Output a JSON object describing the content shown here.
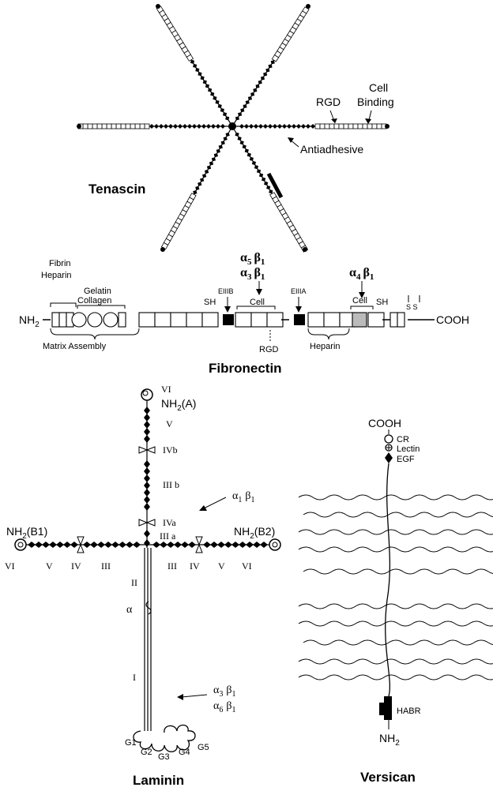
{
  "tenascin": {
    "title": "Tenascin",
    "rgd": "RGD",
    "cell_binding_1": "Cell",
    "cell_binding_2": "Binding",
    "antiadhesive": "Antiadhesive"
  },
  "fibronectin": {
    "title": "Fibronectin",
    "nh2": "NH",
    "cooh": "COOH",
    "fibrin": "Fibrin",
    "heparin_n": "Heparin",
    "gelatin": "Gelatin",
    "collagen": "Collagen",
    "matrix_assembly": "Matrix Assembly",
    "sh1": "SH",
    "eiiib": "EIIIB",
    "cell1": "Cell",
    "eiiia": "EIIIA",
    "rgd": "RGD",
    "heparin_c": "Heparin",
    "cell2": "Cell",
    "sh2": "SH",
    "ss": "S S",
    "integrin_a5": "α",
    "integrin_a5_sub": "5",
    "integrin_a3": "α",
    "integrin_a3_sub": "3",
    "integrin_a4": "α",
    "integrin_a4_sub": "4",
    "beta": "β",
    "beta_sub": "1"
  },
  "laminin": {
    "title": "Laminin",
    "vi_top": "VI",
    "nh2_a": "NH",
    "nh2_a_suffix": "(A)",
    "v_top": "V",
    "ivb": "IVb",
    "iiib": "III b",
    "iva": "IVa",
    "iiia": "III a",
    "nh2_b1": "NH",
    "nh2_b1_suffix": "(B1)",
    "nh2_b2": "NH",
    "nh2_b2_suffix": "(B2)",
    "left_labels": [
      "VI",
      "V",
      "IV",
      "III"
    ],
    "right_labels": [
      "III",
      "IV",
      "V",
      "VI"
    ],
    "ii": "II",
    "alpha": "α",
    "i": "I",
    "g_labels": [
      "G1",
      "G2",
      "G3",
      "G4",
      "G5"
    ],
    "integrin_a1": "α",
    "integrin_a1_sub": "1",
    "integrin_a3": "α",
    "integrin_a3_sub": "3",
    "integrin_a6": "α",
    "integrin_a6_sub": "6",
    "beta": "β",
    "beta_sub": "1"
  },
  "versican": {
    "title": "Versican",
    "cooh": "COOH",
    "cr": "CR",
    "lectin": "Lectin",
    "egf": "EGF",
    "habr": "HABR",
    "nh2": "NH"
  }
}
